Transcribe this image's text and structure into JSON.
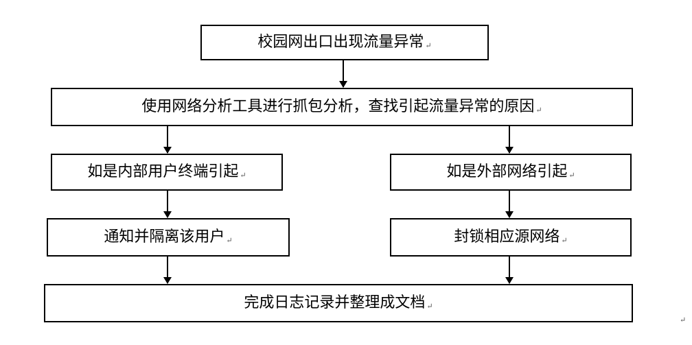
{
  "nodes": {
    "top": "校园网出口出现流量异常",
    "analyze": "使用网络分析工具进行抓包分析，查找引起流量异常的原因",
    "internal": "如是内部用户终端引起",
    "external": "如是外部网络引起",
    "isolate": "通知并隔离该用户",
    "block": "封锁相应源网络",
    "done": "完成日志记录并整理成文档"
  },
  "paragraph_mark": "↵",
  "colors": {
    "line": "#000000",
    "box_border": "#000000",
    "background": "#ffffff"
  }
}
